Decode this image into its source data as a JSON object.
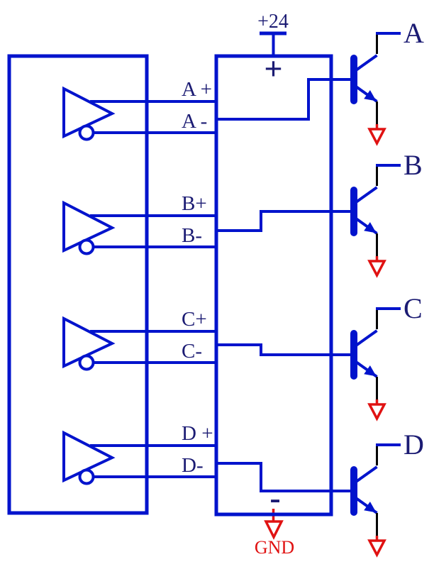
{
  "colors": {
    "wire_blue": "#0013cc",
    "text_navy": "#1b1b73",
    "ground_red": "#e01212",
    "lead_black": "#000000",
    "background": "#ffffff"
  },
  "power": {
    "rail_label": "+24",
    "positive_terminal": "+",
    "negative_terminal": "-",
    "ground_label": "GND"
  },
  "channels": [
    {
      "output_label": "A",
      "noninverting_label": "A +",
      "inverting_label": "A -"
    },
    {
      "output_label": "B",
      "noninverting_label": "B+",
      "inverting_label": "B-"
    },
    {
      "output_label": "C",
      "noninverting_label": "C+",
      "inverting_label": "C-"
    },
    {
      "output_label": "D",
      "noninverting_label": "D +",
      "inverting_label": "D-"
    }
  ]
}
